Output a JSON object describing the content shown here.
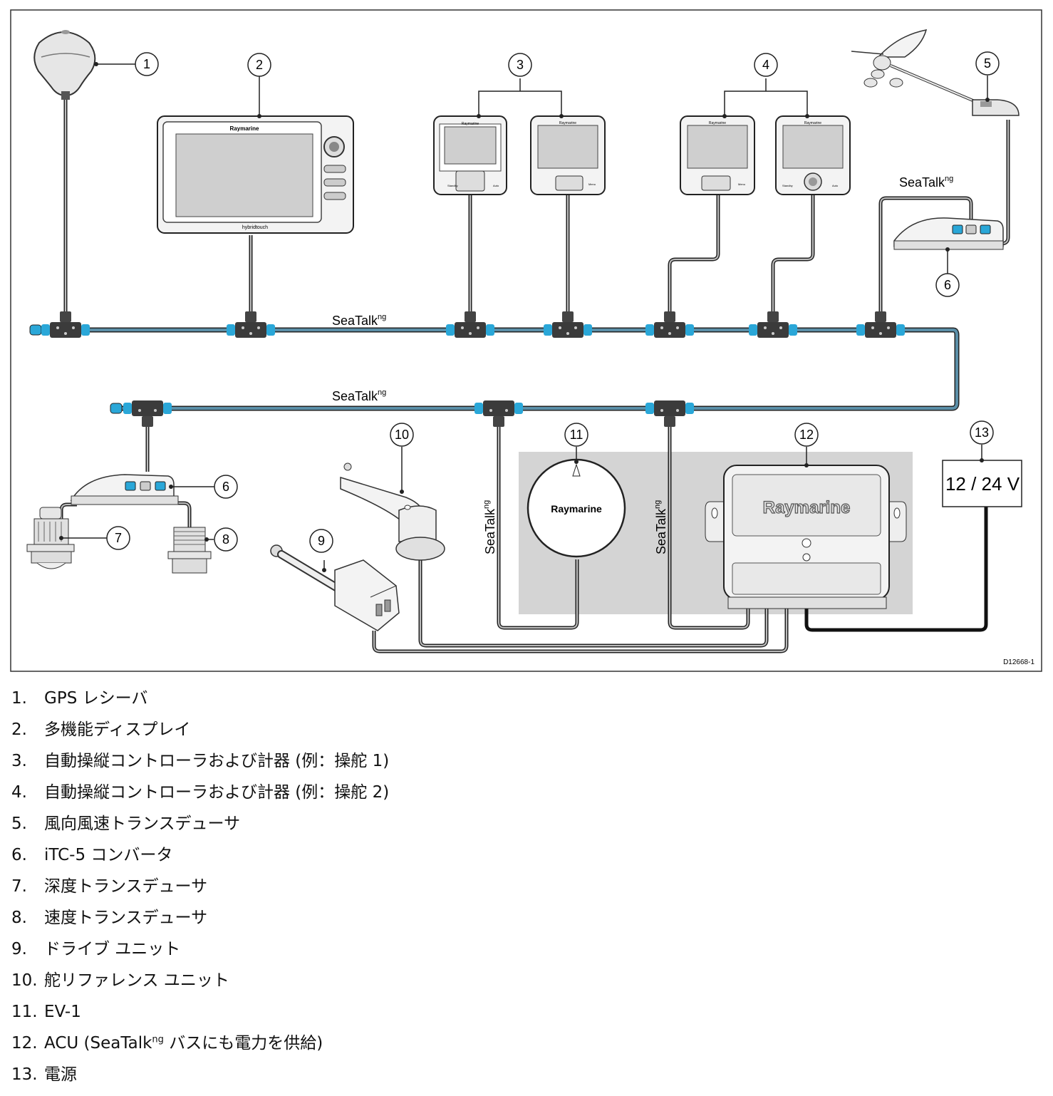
{
  "figure_id": "D12668-1",
  "bus_label": "SeaTalk",
  "bus_label_sup": "ng",
  "power_label": "12 / 24 V",
  "brand": "Raymarine",
  "mfd_badge": "hybridtouch",
  "controller_labels": {
    "auto": "Auto",
    "standby": "Standby",
    "menu": "Menu"
  },
  "callouts": [
    "1",
    "2",
    "3",
    "4",
    "5",
    "6",
    "6",
    "7",
    "8",
    "9",
    "10",
    "11",
    "12",
    "13"
  ],
  "legend": [
    {
      "num": "1.",
      "text": "GPS レシーバ"
    },
    {
      "num": "2.",
      "text": "多機能ディスプレイ"
    },
    {
      "num": "3.",
      "text": "自動操縦コントローラおよび計器 (例：操舵 1)"
    },
    {
      "num": "4.",
      "text": "自動操縦コントローラおよび計器 (例：操舵 2)"
    },
    {
      "num": "5.",
      "text": "風向風速トランスデューサ"
    },
    {
      "num": "6.",
      "text": "iTC-5 コンバータ"
    },
    {
      "num": "7.",
      "text": "深度トランスデューサ"
    },
    {
      "num": "8.",
      "text": "速度トランスデューサ"
    },
    {
      "num": "9.",
      "text": "ドライブ ユニット"
    },
    {
      "num": "10.",
      "text": "舵リファレンス ユニット"
    },
    {
      "num": "11.",
      "text": "EV-1"
    },
    {
      "num": "12.",
      "text": "ACU (SeaTalk",
      "sup": "ng",
      "rest": " バスにも電力を供給)"
    },
    {
      "num": "13.",
      "text": "電源"
    }
  ],
  "colors": {
    "backbone": "#5b8fa8",
    "connector": "#2aa7d8",
    "gray_box": "#d4d4d4",
    "line": "#222222"
  }
}
